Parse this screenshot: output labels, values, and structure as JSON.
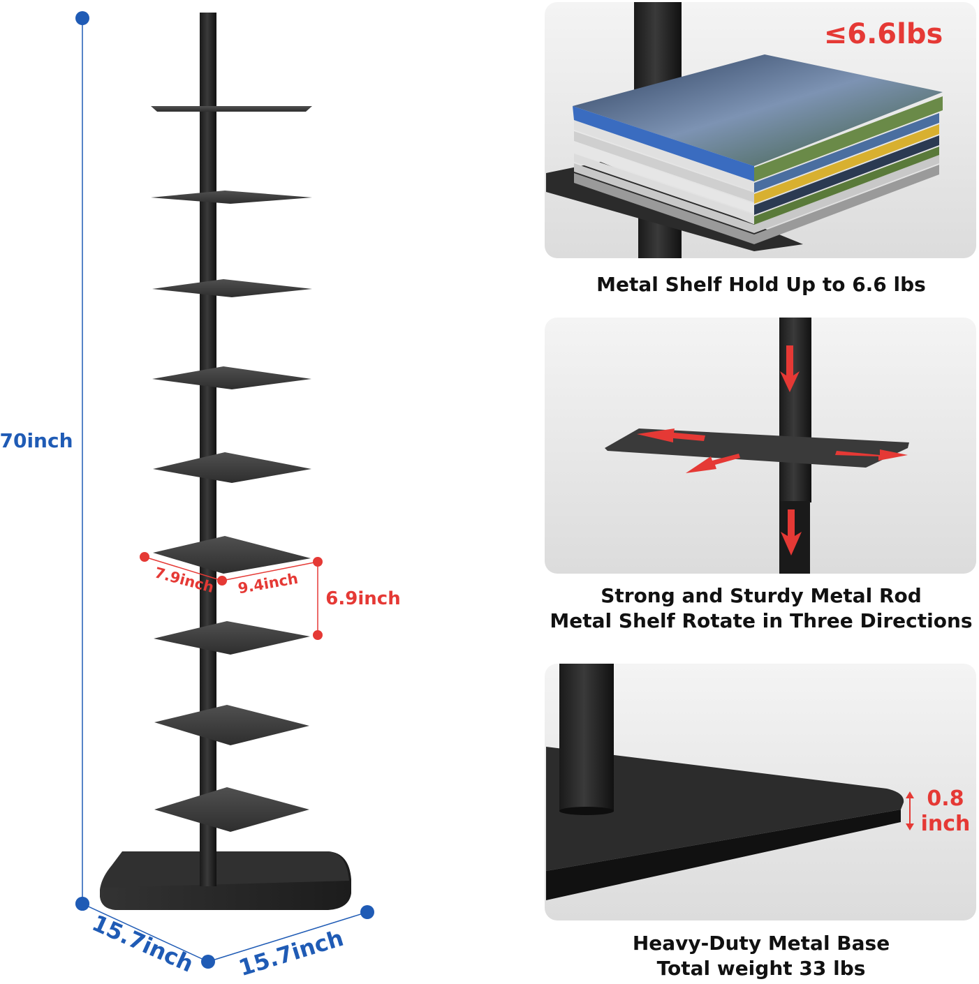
{
  "colors": {
    "dimension_blue": "#1f5bb5",
    "dimension_red": "#e53935",
    "metal": "#262626",
    "shelf": "#3e3e3e",
    "panel_bg": "#e9e9e9",
    "caption": "#111111"
  },
  "dimensions": {
    "height": "70inch",
    "base_width": "15.7inch",
    "base_depth": "15.7inch",
    "shelf_width": "7.9inch",
    "shelf_depth": "9.4inch",
    "shelf_spacing": "6.9inch"
  },
  "panels": {
    "load": {
      "weight_badge": "≤6.6lbs",
      "caption": "Metal Shelf Hold Up to 6.6 lbs"
    },
    "rotate": {
      "caption_line1": "Strong and Sturdy Metal Rod",
      "caption_line2": "Metal Shelf Rotate in Three Directions"
    },
    "base": {
      "thickness_value": "0.8",
      "thickness_unit": "inch",
      "caption_line1": "Heavy-Duty Metal Base",
      "caption_line2": "Total weight 33 lbs"
    }
  }
}
